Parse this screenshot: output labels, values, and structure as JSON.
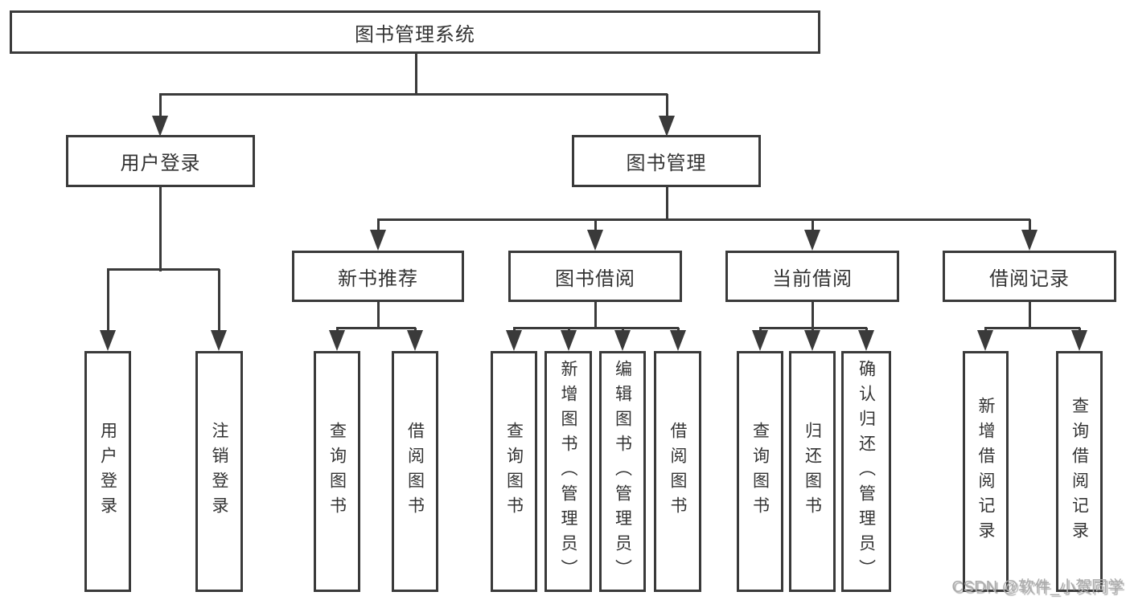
{
  "tree": {
    "label": "图书管理系统",
    "children": [
      {
        "label": "用户登录",
        "children": [
          {
            "label": "用户登录"
          },
          {
            "label": "注销登录"
          }
        ]
      },
      {
        "label": "图书管理",
        "children": [
          {
            "label": "新书推荐",
            "children": [
              {
                "label": "查询图书"
              },
              {
                "label": "借阅图书"
              }
            ]
          },
          {
            "label": "图书借阅",
            "children": [
              {
                "label": "查询图书"
              },
              {
                "label": "新增图书（管理员）"
              },
              {
                "label": "编辑图书（管理员）"
              },
              {
                "label": "借阅图书"
              }
            ]
          },
          {
            "label": "当前借阅",
            "children": [
              {
                "label": "查询图书"
              },
              {
                "label": "归还图书"
              },
              {
                "label": "确认归还（管理员）"
              }
            ]
          },
          {
            "label": "借阅记录",
            "children": [
              {
                "label": "新增借阅记录"
              },
              {
                "label": "查询借阅记录"
              }
            ]
          }
        ]
      }
    ]
  },
  "watermark": {
    "text": "CSDN @软件_小贺同学"
  },
  "colors": {
    "line": "#3a3a3a",
    "text": "#333333",
    "background": "#ffffff",
    "watermark": "#ababab"
  }
}
